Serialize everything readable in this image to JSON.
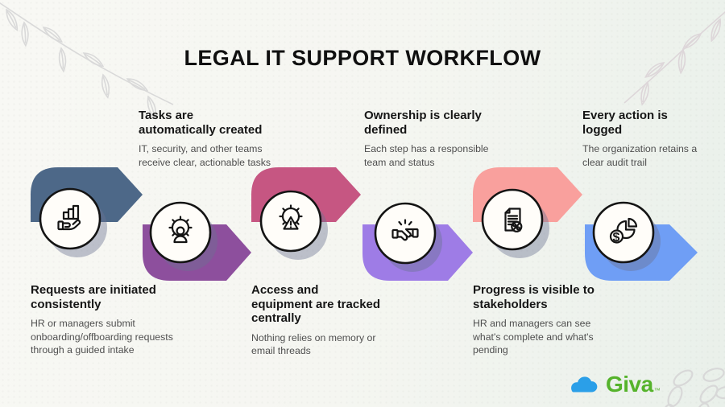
{
  "title": "LEGAL IT SUPPORT WORKFLOW",
  "steps": [
    {
      "id": 1,
      "heading": "Requests are initiated consistently",
      "body": "HR or managers submit onboarding/offboarding requests through a guided intake",
      "arrow_color": "#4d6888",
      "icon": "hand-holding-bar-chart-icon",
      "text_position": "below"
    },
    {
      "id": 2,
      "heading": "Tasks are automatically created",
      "body": "IT, security, and other teams receive clear, actionable tasks",
      "arrow_color": "#8d4f9d",
      "icon": "user-gear-icon",
      "text_position": "above"
    },
    {
      "id": 3,
      "heading": "Access and equipment are tracked centrally",
      "body": "Nothing relies on memory or email threads",
      "arrow_color": "#c65682",
      "icon": "gear-warning-icon",
      "text_position": "below"
    },
    {
      "id": 4,
      "heading": "Ownership is clearly defined",
      "body": "Each step has a responsible team and status",
      "arrow_color": "#9e7ce6",
      "icon": "handshake-icon",
      "text_position": "above"
    },
    {
      "id": 5,
      "heading": "Progress is visible to stakeholders",
      "body": "HR and managers can see what's complete and what's pending",
      "arrow_color": "#f9a09d",
      "icon": "document-percent-icon",
      "text_position": "below"
    },
    {
      "id": 6,
      "heading": "Every action is logged",
      "body": "The organization retains a clear audit trail",
      "arrow_color": "#6f9ef5",
      "icon": "pie-chart-dollar-icon",
      "text_position": "above"
    }
  ],
  "glyphs": {
    "dollar": "$"
  },
  "logo": {
    "brand": "Giva",
    "trademark": "™"
  },
  "colors": {
    "title_text": "#101010",
    "heading_text": "#161616",
    "body_text": "#4f4f4f",
    "background_left": "#f8f8f4",
    "background_right": "#e9f0ea",
    "circle_fill": "#fffdf9",
    "circle_stroke": "#141414",
    "circle_shadow": "#6c7291",
    "icon_stroke": "#141414",
    "leaf_stroke": "#d9d9d9",
    "logo_cloud_blue": "#2b9fe8",
    "logo_green": "#55b32b"
  }
}
